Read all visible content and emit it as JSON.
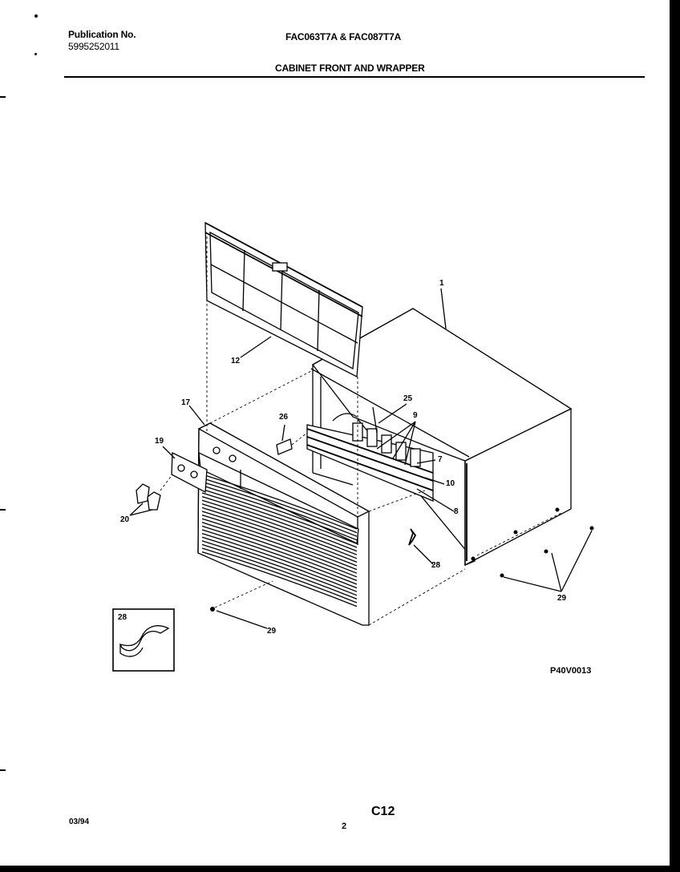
{
  "header": {
    "publication_label": "Publication No.",
    "publication_number": "5995252011",
    "models": "FAC063T7A & FAC087T7A",
    "section_title": "CABINET FRONT AND WRAPPER"
  },
  "diagram": {
    "callouts": {
      "c1": "1",
      "c12": "12",
      "c17": "17",
      "c19": "19",
      "c20": "20",
      "c25": "25",
      "c26": "26",
      "c9": "9",
      "c7": "7",
      "c10": "10",
      "c8": "8",
      "c28_right": "28",
      "c29_right": "29",
      "c29_bottom": "29",
      "c28_inset": "28"
    },
    "figure_id": "P40V0013"
  },
  "footer": {
    "date": "03/94",
    "page": "2",
    "code": "C12"
  }
}
